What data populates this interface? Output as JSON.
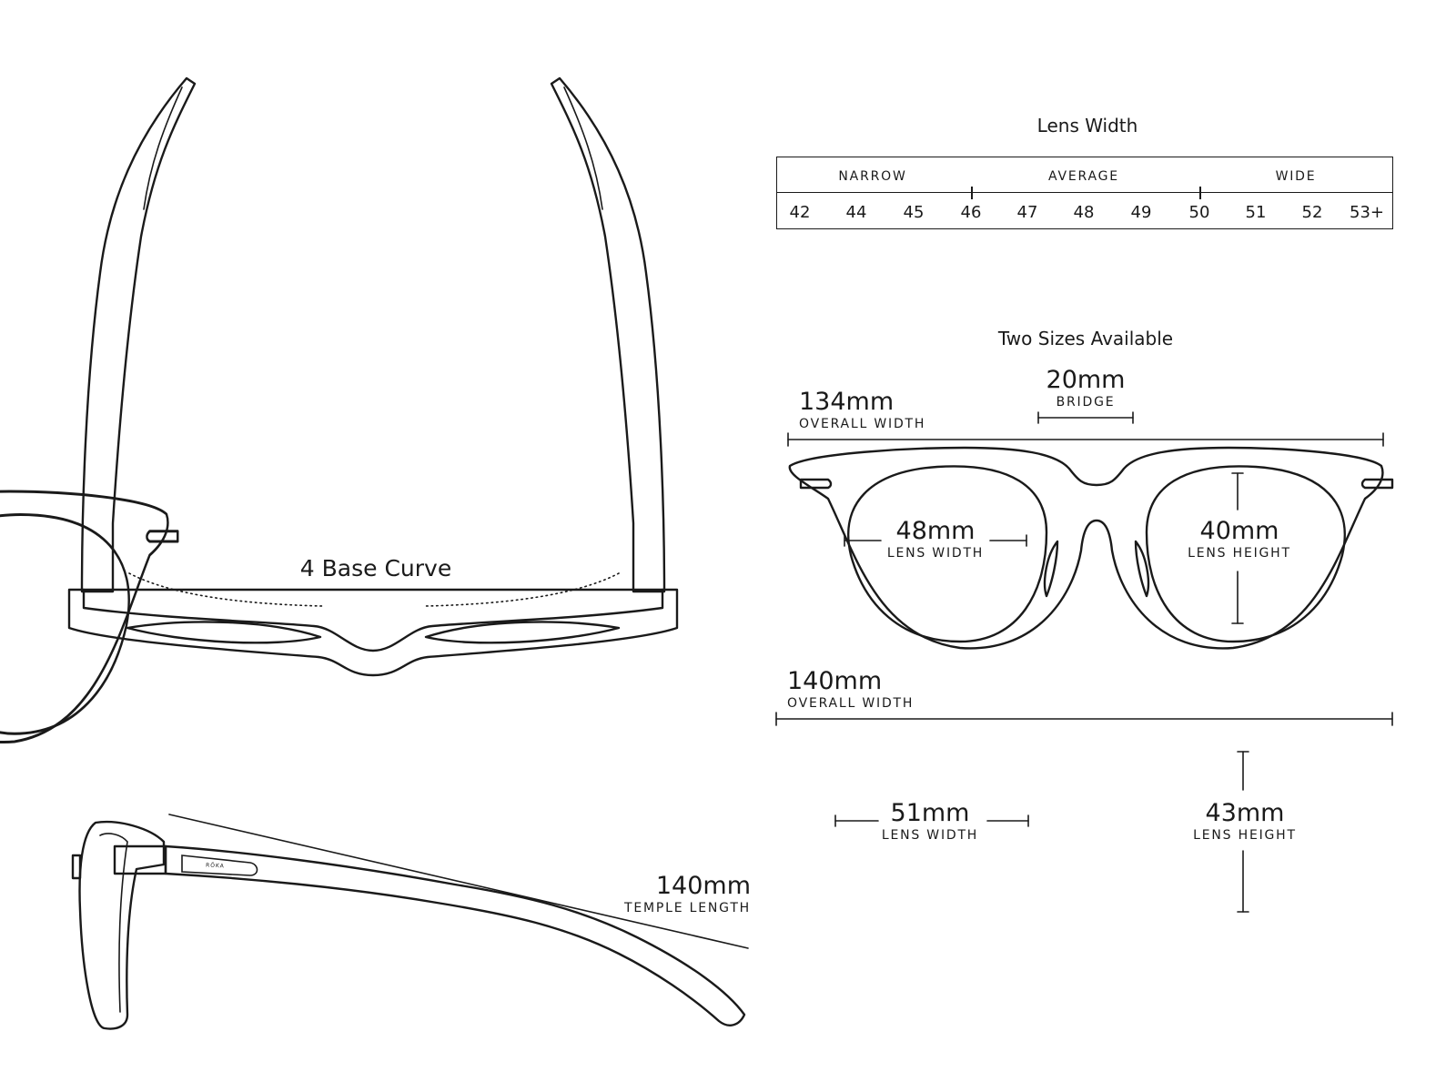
{
  "lens_width_chart": {
    "title": "Lens Width",
    "categories": [
      "NARROW",
      "AVERAGE",
      "WIDE"
    ],
    "sizes": [
      "42",
      "44",
      "45",
      "46",
      "47",
      "48",
      "49",
      "50",
      "51",
      "52",
      "53+"
    ]
  },
  "sizes_section": {
    "title": "Two Sizes Available",
    "small": {
      "overall_width_value": "134mm",
      "overall_width_label": "OVERALL WIDTH",
      "bridge_value": "20mm",
      "bridge_label": "BRIDGE",
      "lens_width_value": "48mm",
      "lens_width_label": "LENS WIDTH",
      "lens_height_value": "40mm",
      "lens_height_label": "LENS HEIGHT"
    },
    "large": {
      "overall_width_value": "140mm",
      "overall_width_label": "OVERALL WIDTH",
      "lens_width_value": "51mm",
      "lens_width_label": "LENS WIDTH",
      "lens_height_value": "43mm",
      "lens_height_label": "LENS HEIGHT"
    }
  },
  "top_view": {
    "base_curve_label": "4 Base Curve"
  },
  "side_view": {
    "temple_length_value": "140mm",
    "temple_length_label": "TEMPLE LENGTH",
    "brand_mark": "RÖKA"
  }
}
